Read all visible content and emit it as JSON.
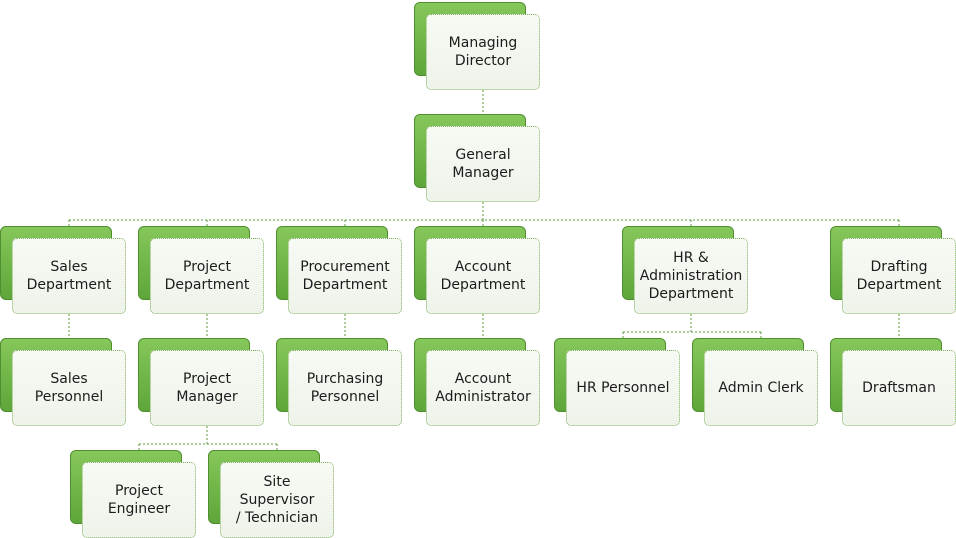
{
  "nodes": [
    {
      "id": "managing-director",
      "label": "Managing\nDirector"
    },
    {
      "id": "general-manager",
      "label": "General\nManager"
    },
    {
      "id": "sales-department",
      "label": "Sales\nDepartment"
    },
    {
      "id": "project-department",
      "label": "Project\nDepartment"
    },
    {
      "id": "procurement-department",
      "label": "Procurement\nDepartment"
    },
    {
      "id": "account-department",
      "label": "Account\nDepartment"
    },
    {
      "id": "hr-administration-department",
      "label": "HR &\nAdministration\nDepartment"
    },
    {
      "id": "drafting-department",
      "label": "Drafting\nDepartment"
    },
    {
      "id": "sales-personnel",
      "label": "Sales\nPersonnel"
    },
    {
      "id": "project-manager",
      "label": "Project\nManager"
    },
    {
      "id": "purchasing-personnel",
      "label": "Purchasing\nPersonnel"
    },
    {
      "id": "account-administrator",
      "label": "Account\nAdministrator"
    },
    {
      "id": "hr-personnel",
      "label": "HR Personnel"
    },
    {
      "id": "admin-clerk",
      "label": "Admin Clerk"
    },
    {
      "id": "draftsman",
      "label": "Draftsman"
    },
    {
      "id": "project-engineer",
      "label": "Project\nEngineer"
    },
    {
      "id": "site-supervisor-technician",
      "label": "Site Supervisor\n/ Technician"
    }
  ],
  "edges": [
    [
      "managing-director",
      "general-manager"
    ],
    [
      "general-manager",
      "sales-department"
    ],
    [
      "general-manager",
      "project-department"
    ],
    [
      "general-manager",
      "procurement-department"
    ],
    [
      "general-manager",
      "account-department"
    ],
    [
      "general-manager",
      "hr-administration-department"
    ],
    [
      "general-manager",
      "drafting-department"
    ],
    [
      "sales-department",
      "sales-personnel"
    ],
    [
      "project-department",
      "project-manager"
    ],
    [
      "procurement-department",
      "purchasing-personnel"
    ],
    [
      "account-department",
      "account-administrator"
    ],
    [
      "hr-administration-department",
      "hr-personnel"
    ],
    [
      "hr-administration-department",
      "admin-clerk"
    ],
    [
      "drafting-department",
      "draftsman"
    ],
    [
      "project-manager",
      "project-engineer"
    ],
    [
      "project-manager",
      "site-supervisor-technician"
    ]
  ],
  "colors": {
    "back_tile": "#6bb347",
    "front_tile": "#f3f7ef",
    "connector": "#5a9a3a",
    "text": "#1c1c1c"
  }
}
